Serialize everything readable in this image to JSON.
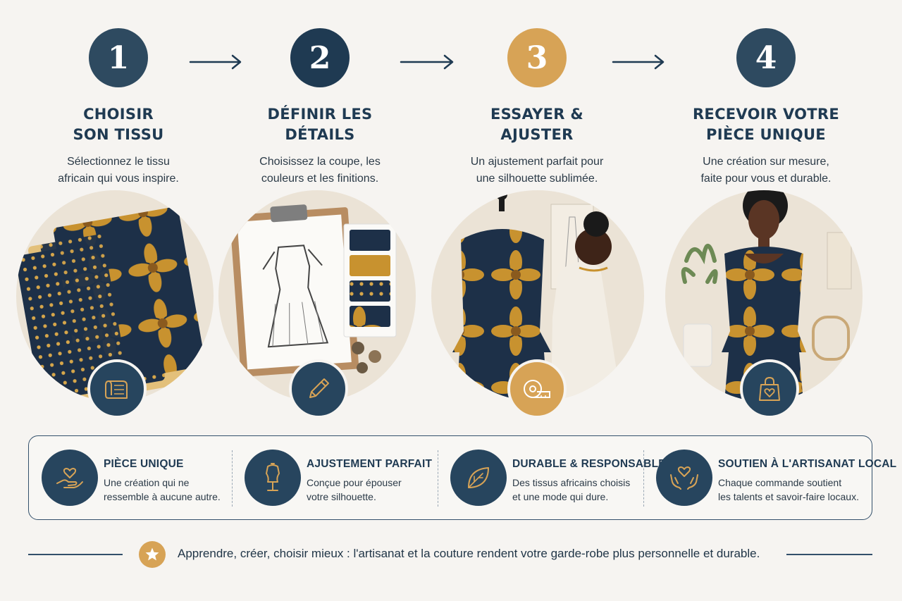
{
  "steps": [
    {
      "number": "1",
      "title_line1": "CHOISIR",
      "title_line2": "SON TISSU",
      "desc_line1": "Sélectionnez le tissu",
      "desc_line2": "africain qui vous inspire.",
      "icon": "fabric-roll-icon"
    },
    {
      "number": "2",
      "title_line1": "DÉFINIR LES",
      "title_line2": "DÉTAILS",
      "desc_line1": "Choisissez la coupe, les",
      "desc_line2": "couleurs et les finitions.",
      "icon": "pencil-icon"
    },
    {
      "number": "3",
      "title_line1": "ESSAYER &",
      "title_line2": "AJUSTER",
      "desc_line1": "Un ajustement parfait pour",
      "desc_line2": "une silhouette sublimée.",
      "icon": "measuring-tape-icon"
    },
    {
      "number": "4",
      "title_line1": "RECEVOIR VOTRE",
      "title_line2": "PIÈCE UNIQUE",
      "desc_line1": "Une création sur mesure,",
      "desc_line2": "faite pour vous et durable.",
      "icon": "shopping-bag-heart-icon"
    }
  ],
  "benefits": [
    {
      "title": "PIÈCE UNIQUE",
      "desc_line1": "Une création qui ne",
      "desc_line2": "ressemble à aucune autre.",
      "icon": "hand-heart-icon"
    },
    {
      "title": "AJUSTEMENT PARFAIT",
      "desc_line1": "Conçue pour épouser",
      "desc_line2": "votre silhouette.",
      "icon": "dress-form-icon"
    },
    {
      "title": "DURABLE & RESPONSABLE",
      "desc_line1": "Des tissus africains choisis",
      "desc_line2": "et une mode qui dure.",
      "icon": "leaf-icon"
    },
    {
      "title": "SOUTIEN À L'ARTISANAT LOCAL",
      "desc_line1": "Chaque commande soutient",
      "desc_line2": "les talents et savoir-faire locaux.",
      "icon": "hands-heart-icon"
    }
  ],
  "footer": {
    "text": "Apprendre, créer, choisir mieux : l'artisanat et la couture rendent votre garde-robe plus personnelle et durable.",
    "icon": "star-icon"
  },
  "colors": {
    "navy": "#27455e",
    "dark_navy": "#1f3a52",
    "gold": "#d7a356",
    "background": "#f6f4f1"
  }
}
